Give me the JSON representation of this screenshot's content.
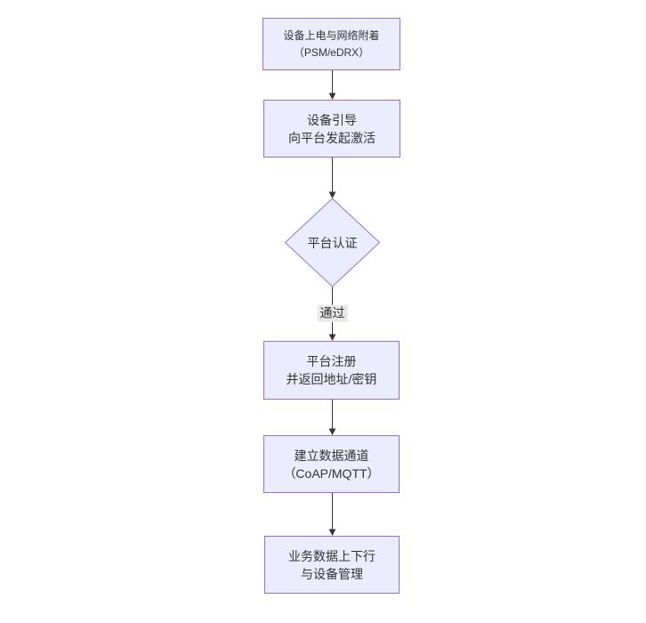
{
  "diagram": {
    "type": "flowchart",
    "direction": "top-down",
    "nodes": [
      {
        "id": "power-attach",
        "shape": "rect",
        "lines": [
          "设备上电与网络附着",
          "（PSM/eDRX）"
        ]
      },
      {
        "id": "bootstrap",
        "shape": "rect",
        "lines": [
          "设备引导",
          "向平台发起激活"
        ]
      },
      {
        "id": "platform-auth",
        "shape": "diamond",
        "lines": [
          "平台认证"
        ]
      },
      {
        "id": "platform-register",
        "shape": "rect",
        "lines": [
          "平台注册",
          "并返回地址/密钥"
        ]
      },
      {
        "id": "data-channel",
        "shape": "rect",
        "lines": [
          "建立数据通道",
          "（CoAP/MQTT）"
        ]
      },
      {
        "id": "business-data",
        "shape": "rect",
        "lines": [
          "业务数据上下行",
          "与设备管理"
        ]
      }
    ],
    "edges": [
      {
        "from": "power-attach",
        "to": "bootstrap",
        "label": ""
      },
      {
        "from": "bootstrap",
        "to": "platform-auth",
        "label": ""
      },
      {
        "from": "platform-auth",
        "to": "platform-register",
        "label": "通过"
      },
      {
        "from": "platform-register",
        "to": "data-channel",
        "label": ""
      },
      {
        "from": "data-channel",
        "to": "business-data",
        "label": ""
      }
    ],
    "colors": {
      "node_fill": "#ECECFF",
      "node_border": "#9370DB",
      "text": "#333333",
      "edge_line": "#333333",
      "edge_label_bg": "#e8e8e8",
      "canvas_bg": "#ffffff"
    }
  }
}
